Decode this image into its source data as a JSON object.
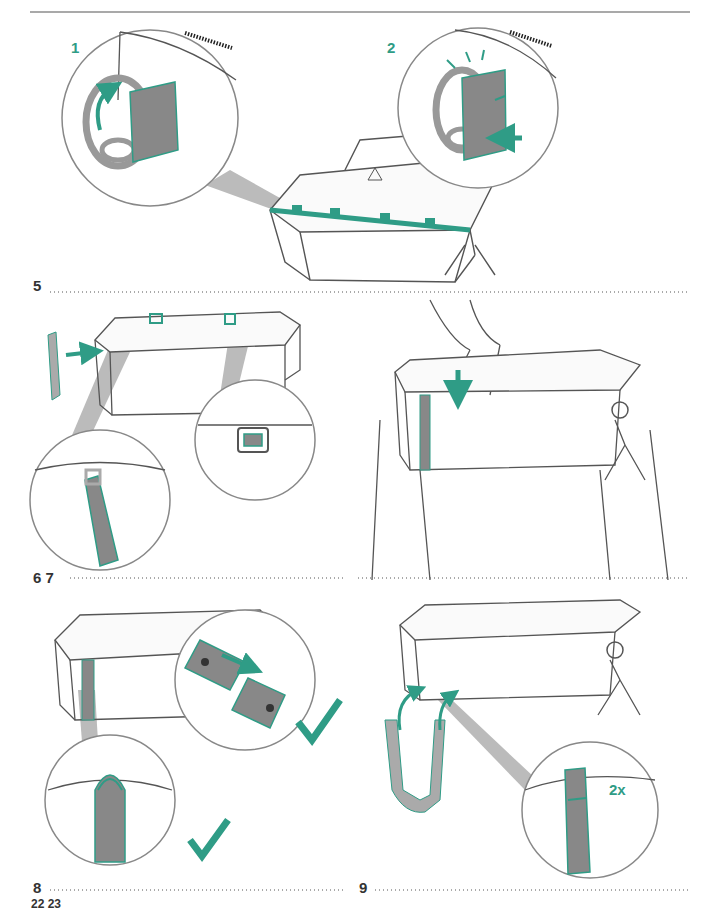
{
  "diagram": {
    "labels": [
      "1",
      "2",
      "5",
      "6 7",
      "8",
      "9",
      "2x",
      "22 23"
    ]
  }
}
